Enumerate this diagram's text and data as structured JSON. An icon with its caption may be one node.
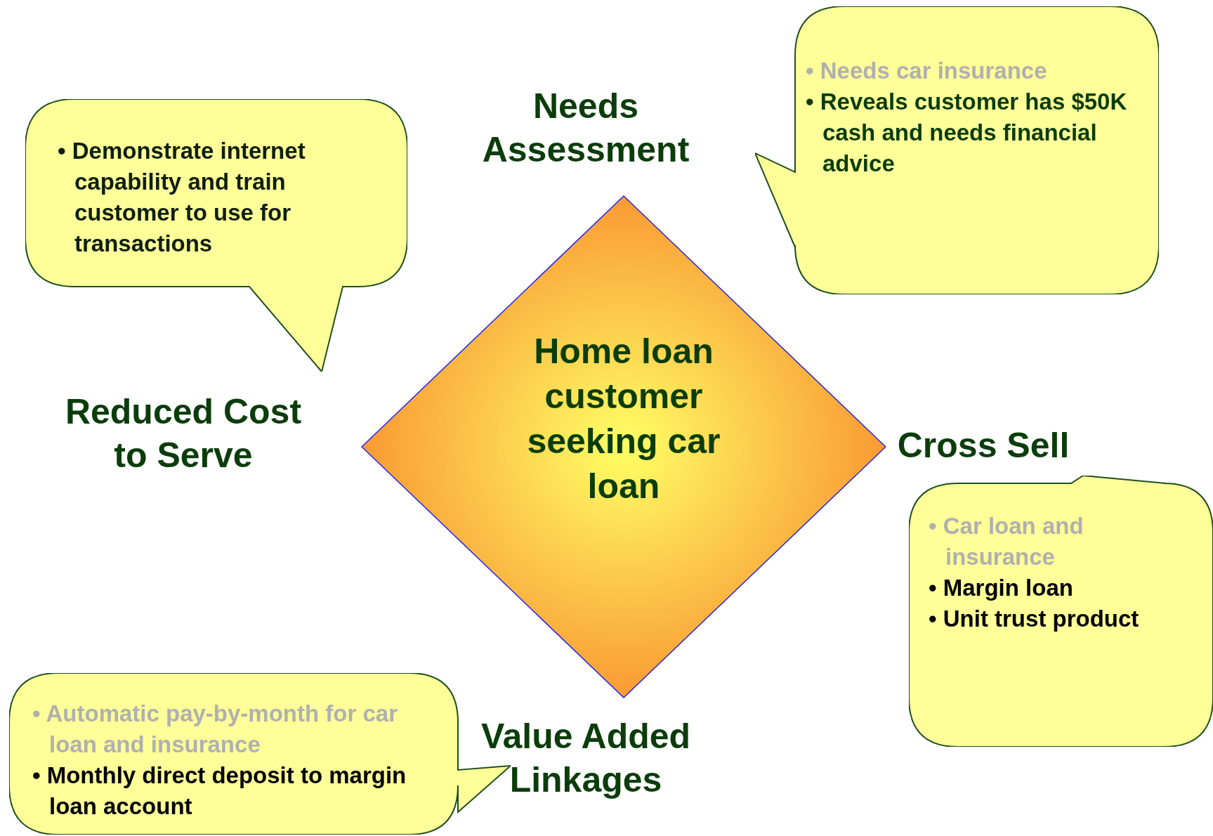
{
  "diagram": {
    "nodes": [
      {
        "text": [
          "• Demonstrate internet capability and train customer to use for transactions"
        ]
      },
      {
        "text": [
          "• Needs car insurance",
          "• Reveals customer has $50K cash and needs financial advice"
        ]
      },
      {
        "text": [
          "Home loan customer seeking car loan"
        ]
      },
      {
        "text": [
          "• Car loan and insurance",
          "• Margin loan",
          "• Unit trust product"
        ]
      },
      {
        "text": [
          "• Automatic pay-by-month for car loan and insurance",
          "• Monthly direct deposit to margin loan account"
        ]
      }
    ],
    "labels": [
      "Needs Assessment",
      "Reduced Cost to Serve",
      "Cross Sell",
      "Value Added Linkages"
    ]
  }
}
